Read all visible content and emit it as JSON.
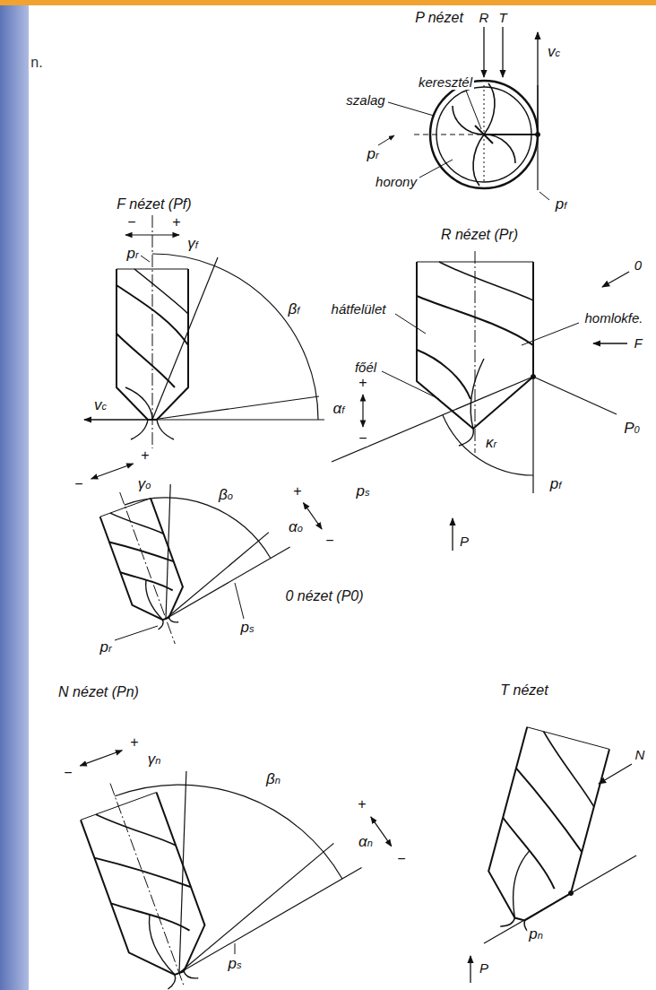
{
  "diagram": {
    "labels": [
      "n.",
      "P nézet",
      "R",
      "T",
      "vc",
      "keresztél",
      "szalag",
      "pr",
      "horony",
      "pf",
      "F nézet (Pf)",
      "−",
      "+",
      "pr",
      "γf",
      "βf",
      "αf",
      "+",
      "−",
      "vc",
      "R nézet (Pr)",
      "0",
      "hátfelület",
      "homlokfe.",
      "főél",
      "F",
      "P0",
      "κr",
      "ps",
      "pf",
      "P",
      "−",
      "+",
      "γo",
      "βo",
      "αo",
      "+",
      "−",
      "pr",
      "ps",
      "0 nézet (P0)",
      "N nézet (Pn)",
      "−",
      "+",
      "γn",
      "βn",
      "+",
      "αn",
      "−",
      "ps",
      "T nézet",
      "N",
      "pn",
      "P"
    ]
  }
}
